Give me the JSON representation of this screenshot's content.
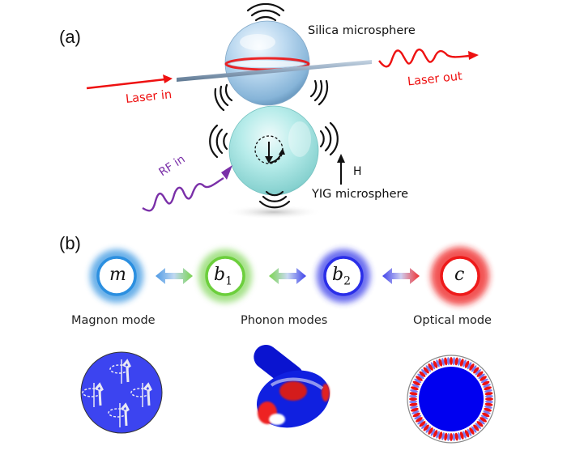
{
  "panel_a": {
    "label": "(a)",
    "silica_label": "Silica microsphere",
    "yig_label": "YIG microsphere",
    "laser_in_label": "Laser in",
    "laser_out_label": "Laser out",
    "rf_in_label": "RF in",
    "field_label": "H",
    "colors": {
      "laser": "#ee1111",
      "rf": "#7a2fa8",
      "silica": "#a9cdea",
      "yig": "#9fe3e0"
    }
  },
  "panel_b": {
    "label": "(b)",
    "modes": [
      {
        "symbol": "m",
        "subscript": "",
        "color": "#2b8fe0"
      },
      {
        "symbol": "b",
        "subscript": "1",
        "color": "#6ccf3c"
      },
      {
        "symbol": "b",
        "subscript": "2",
        "color": "#2a2ee8"
      },
      {
        "symbol": "c",
        "subscript": "",
        "color": "#ee1a1a"
      }
    ],
    "mode_labels": [
      "Magnon mode",
      "Phonon modes",
      "Optical mode"
    ],
    "couplings": [
      {
        "from": "m",
        "to": "b1"
      },
      {
        "from": "b1",
        "to": "b2"
      },
      {
        "from": "b2",
        "to": "c"
      }
    ],
    "illustrations": [
      "magnon-spin-precession",
      "phonon-mode-profile",
      "optical-whispering-gallery-mode"
    ]
  }
}
